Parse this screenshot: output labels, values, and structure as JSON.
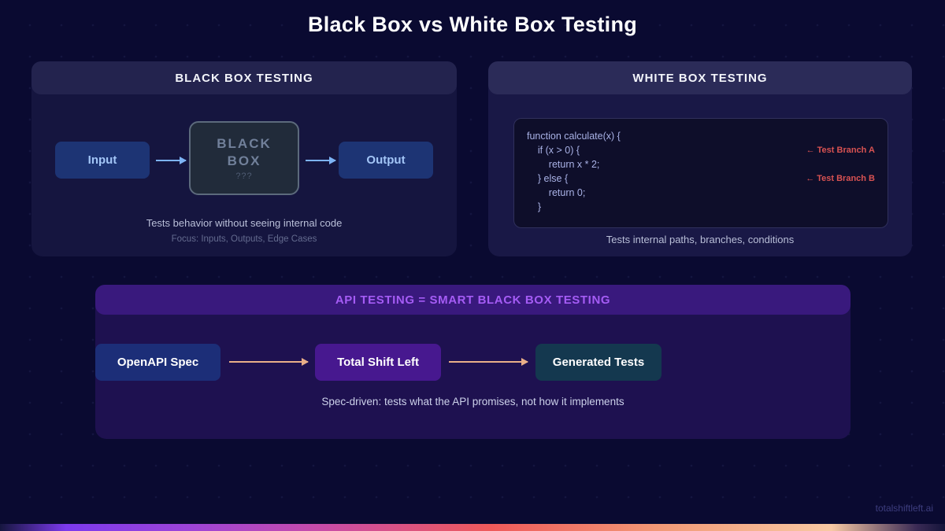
{
  "page": {
    "title": "Black Box vs White Box Testing",
    "footer_brand": "totalshiftleft.ai"
  },
  "black_box_panel": {
    "header": "BLACK BOX TESTING",
    "input_label": "Input",
    "box_line1": "BLACK",
    "box_line2": "BOX",
    "box_mystery": "???",
    "output_label": "Output",
    "caption": "Tests behavior without seeing internal code",
    "subcaption": "Focus: Inputs, Outputs, Edge Cases"
  },
  "white_box_panel": {
    "header": "WHITE BOX TESTING",
    "code_lines": [
      "function calculate(x) {",
      "    if (x > 0) {",
      "        return x * 2;",
      "    } else {",
      "        return 0;",
      "    }"
    ],
    "annotations": [
      {
        "label": "← Test Branch A"
      },
      {
        "label": "← Test Branch B"
      }
    ],
    "caption": "Tests internal paths, branches, conditions"
  },
  "api_panel": {
    "header": "API TESTING = SMART BLACK BOX TESTING",
    "steps": [
      {
        "label": "OpenAPI Spec"
      },
      {
        "label": "Total Shift Left"
      },
      {
        "label": "Generated Tests"
      }
    ],
    "caption": "Spec-driven: tests what the API promises, not how it implements"
  },
  "colors": {
    "background": "#0a0a31",
    "accent_purple": "#a55cf5",
    "annotation_red": "#d85252",
    "arrow_blue": "#7db3f5",
    "arrow_peach": "#e9af88",
    "io_box_blue": "#1d3474",
    "openapi_blue": "#1c2e78",
    "shiftleft_purple": "#47188f",
    "generated_teal": "#14384f",
    "gradient_bar": [
      "#7c3aed",
      "#c84ca8",
      "#ef5a5a",
      "#f8c9a4"
    ]
  }
}
